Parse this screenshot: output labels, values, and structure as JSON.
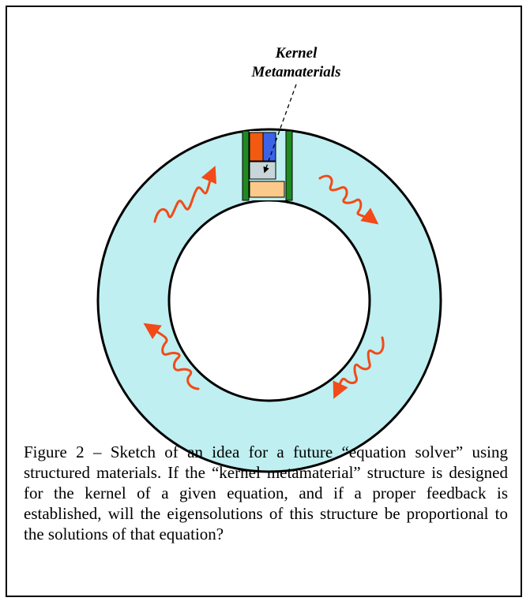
{
  "figure": {
    "label_line1": "Kernel",
    "label_line2": "Metamaterials",
    "colors": {
      "ring_fill": "#bfeff0",
      "outline": "#000000",
      "block_green": "#1f8a1f",
      "block_orange": "#f25a0f",
      "block_blue": "#3a63e8",
      "block_gray": "#c8d6da",
      "block_peach": "#fbc98a",
      "wave": "#f24a18"
    }
  },
  "caption": {
    "text": "Figure 2 – Sketch of an idea for a future “equation solver” using structured materials.   If the “kernel metamaterial” structure is designed for the kernel of a given equation, and if a proper feedback is established, will the eigensolutions of this structure be proportional to the solutions of that equation?"
  }
}
